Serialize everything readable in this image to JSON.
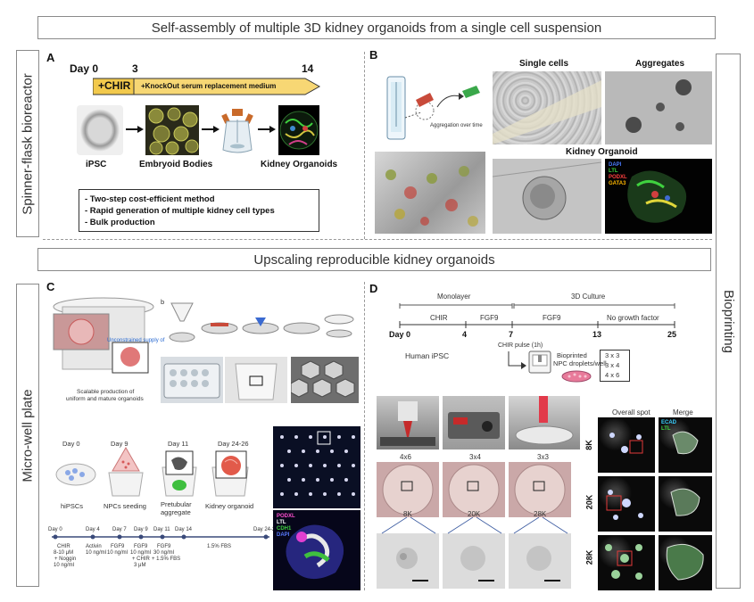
{
  "title": "Self-assembly of multiple 3D kidney organoids from a single cell suspension",
  "subtitle": "Upscaling reproducible kidney organoids",
  "side_left_top": "Spinner-flask bioreactor",
  "side_left_bottom": "Micro-well plate",
  "side_right": "Bioprinting",
  "panel_a": {
    "letter": "A",
    "day0": "Day 0",
    "day3": "3",
    "day14": "14",
    "chir": "+CHIR",
    "medium": "+KnockOut serum replacement medium",
    "stages": [
      "iPSC",
      "Embryoid Bodies",
      "Kidney Organoids"
    ],
    "bullets": [
      "- Two-step cost-efficient method",
      "- Rapid generation of multiple kidney cell types",
      "- Bulk production"
    ]
  },
  "panel_b": {
    "letter": "B",
    "single_cells": "Single cells",
    "aggregates": "Aggregates",
    "kidney_organoid": "Kidney Organoid",
    "aggregation": "Aggregation over time",
    "stains": [
      "DAPI",
      "LTL",
      "PODXL",
      "GATA3"
    ]
  },
  "panel_c": {
    "letter": "C",
    "sub_b": "b",
    "unconstrained": "Unconstrained supply of",
    "scalable": "Scalable production of",
    "uniform": "uniform and mature organoids",
    "stages": [
      {
        "day": "Day 0",
        "label": "hiPSCs"
      },
      {
        "day": "Day 9",
        "label": "NPCs seeding"
      },
      {
        "day": "Day 11",
        "label": "Pretubular"
      },
      {
        "day": "Day 24-26",
        "label": "Kidney organoid"
      }
    ],
    "aggregate": "aggregate",
    "timeline_days": [
      "Day 0",
      "Day 4",
      "Day 7",
      "Day 9",
      "Day 11",
      "Day 14",
      "Day 24-26"
    ],
    "conditions": [
      "CHIR",
      "8-10 μM",
      "+ Noggin",
      "10 ng/ml",
      "Activin",
      "10 ng/ml",
      "FGF9",
      "10 ng/ml",
      "FGF9",
      "10 ng/ml",
      "+ CHIR",
      "3 μM",
      "FGF9",
      "30 ng/ml",
      "+ 1.5% FBS",
      "1.5% FBS"
    ],
    "stains": [
      "PODXL",
      "LTL",
      "CDH1",
      "DAPI"
    ]
  },
  "panel_d": {
    "letter": "D",
    "monolayer": "Monolayer",
    "culture3d": "3D Culture",
    "phases": [
      "CHIR",
      "FGF9",
      "FGF9",
      "No growth factor"
    ],
    "day0": "Day 0",
    "days": [
      "4",
      "7",
      "13",
      "25"
    ],
    "human_ipsc": "Human iPSC",
    "chir_pulse": "CHIR pulse (1h)",
    "bioprinted": "Bioprinted",
    "npc_droplets": "NPC droplets/well",
    "grid": [
      "3 x 3",
      "3 x 4",
      "4 x 6"
    ],
    "formats": [
      "4x6",
      "3x4",
      "3x3"
    ],
    "cells": [
      "8K",
      "20K",
      "28K"
    ],
    "overall_spot": "Overall spot",
    "merge": "Merge",
    "stains": [
      "ECAD",
      "LTL"
    ],
    "rows": [
      "8K",
      "20K",
      "28K"
    ]
  }
}
